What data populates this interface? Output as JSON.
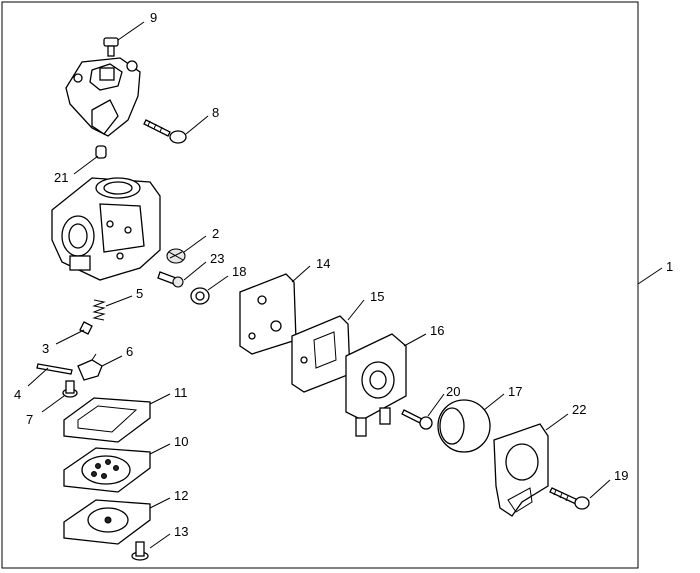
{
  "diagram": {
    "part_labels": {
      "p1": "1",
      "p2": "2",
      "p3": "3",
      "p4": "4",
      "p5": "5",
      "p6": "6",
      "p7": "7",
      "p8": "8",
      "p9": "9",
      "p10": "10",
      "p11": "11",
      "p12": "12",
      "p13": "13",
      "p14": "14",
      "p15": "15",
      "p16": "16",
      "p17": "17",
      "p18": "18",
      "p19": "19",
      "p20": "20",
      "p21": "21",
      "p22": "22",
      "p23": "23"
    }
  }
}
